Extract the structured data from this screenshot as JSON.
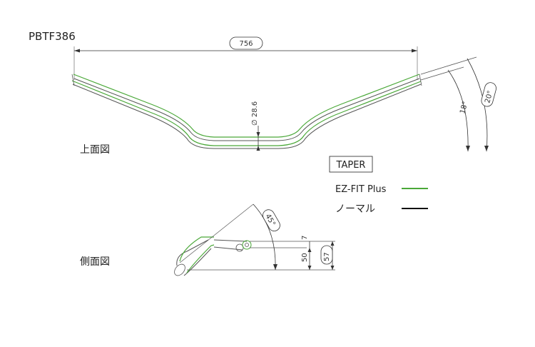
{
  "model_code": "PBTF386",
  "view_labels": {
    "top": "上面図",
    "side": "側面図"
  },
  "dimensions": {
    "width": "756",
    "diameter": "28.6",
    "angle_back_1": "18°",
    "angle_back_2": "20°",
    "angle_side": "45°",
    "offset": "7",
    "rise": "50",
    "total_rise": "57"
  },
  "legend": {
    "taper_label": "TAPER",
    "items": [
      {
        "label": "EZ-FIT Plus",
        "color": "#4aa838"
      },
      {
        "label": "ノーマル",
        "color": "#111111"
      }
    ]
  }
}
